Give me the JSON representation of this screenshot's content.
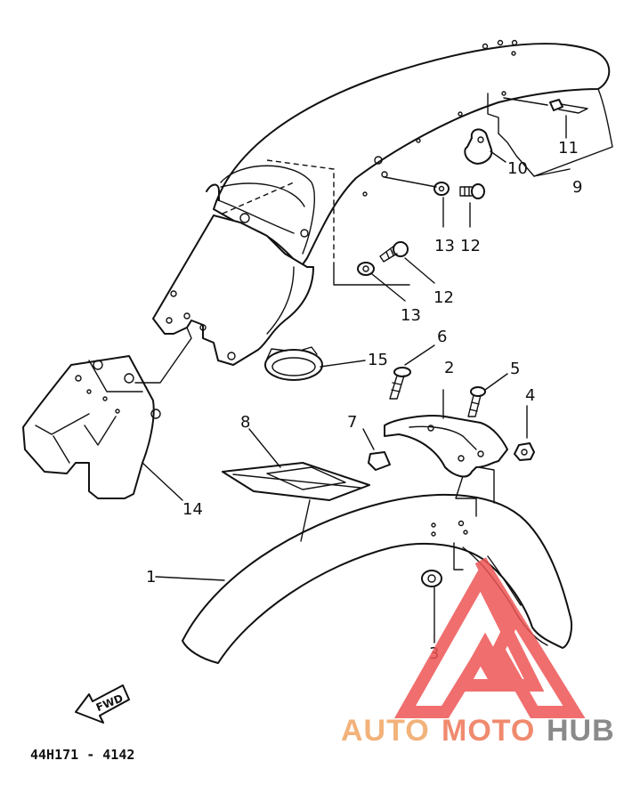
{
  "diagram": {
    "callouts": [
      {
        "id": "1",
        "label": "1"
      },
      {
        "id": "2",
        "label": "2"
      },
      {
        "id": "3",
        "label": "3"
      },
      {
        "id": "4",
        "label": "4"
      },
      {
        "id": "5",
        "label": "5"
      },
      {
        "id": "6",
        "label": "6"
      },
      {
        "id": "7",
        "label": "7"
      },
      {
        "id": "8",
        "label": "8"
      },
      {
        "id": "9",
        "label": "9"
      },
      {
        "id": "10",
        "label": "10"
      },
      {
        "id": "11",
        "label": "11"
      },
      {
        "id": "12a",
        "label": "12"
      },
      {
        "id": "12b",
        "label": "12"
      },
      {
        "id": "13a",
        "label": "13"
      },
      {
        "id": "13b",
        "label": "13"
      },
      {
        "id": "14",
        "label": "14"
      },
      {
        "id": "15",
        "label": "15"
      }
    ],
    "fwd_label": "FWD",
    "code": "44H171 - 4142"
  },
  "watermark": {
    "part1": "AUTO",
    "part2": "MOTO",
    "part3": "HUB",
    "colors": {
      "auto": "#f2b27a",
      "moto": "#f08a6e",
      "hub": "#8a8a8a",
      "triangle": "#ee5555"
    }
  }
}
